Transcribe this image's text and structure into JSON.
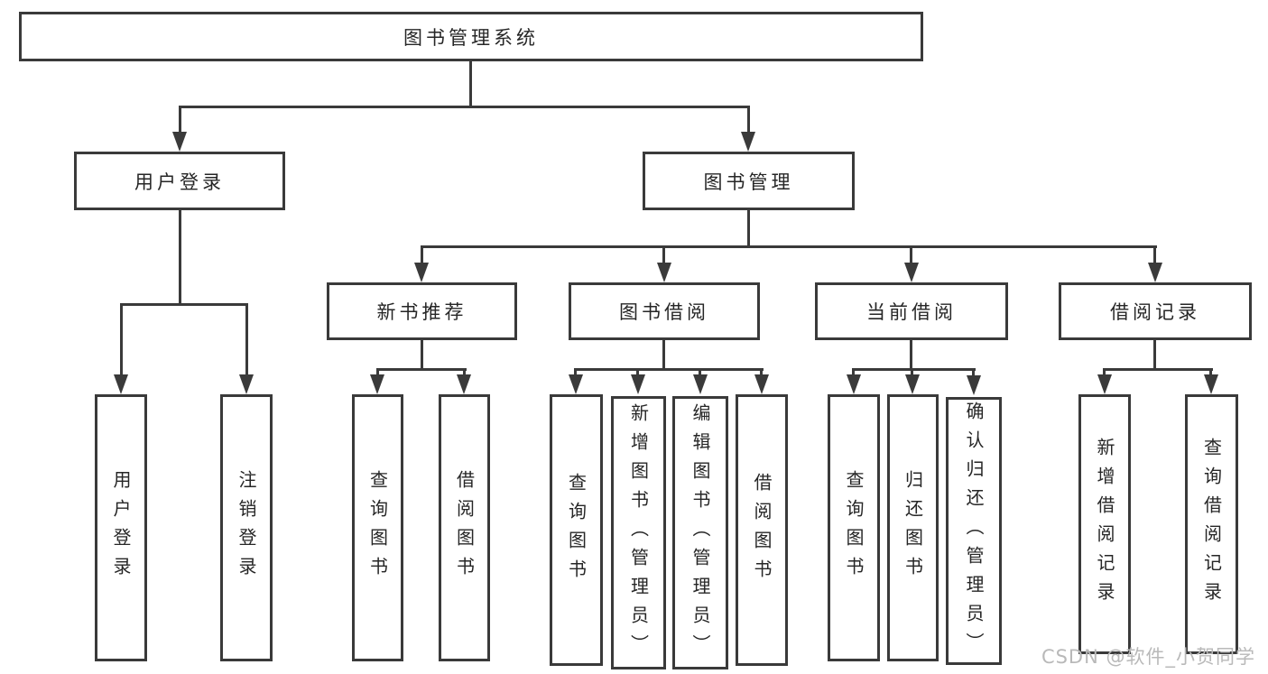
{
  "diagram": {
    "type": "tree",
    "title": "图书管理系统",
    "root": {
      "label": "图书管理系统"
    },
    "level2": [
      {
        "label": "用户登录",
        "parent": "图书管理系统"
      },
      {
        "label": "图书管理",
        "parent": "图书管理系统"
      }
    ],
    "level3": [
      {
        "label": "新书推荐",
        "parent": "图书管理"
      },
      {
        "label": "图书借阅",
        "parent": "图书管理"
      },
      {
        "label": "当前借阅",
        "parent": "图书管理"
      },
      {
        "label": "借阅记录",
        "parent": "图书管理"
      }
    ],
    "leaves": [
      {
        "label": "用户登录",
        "parent": "用户登录"
      },
      {
        "label": "注销登录",
        "parent": "用户登录"
      },
      {
        "label": "查询图书",
        "parent": "新书推荐"
      },
      {
        "label": "借阅图书",
        "parent": "新书推荐"
      },
      {
        "label": "查询图书",
        "parent": "图书借阅"
      },
      {
        "label": "新增图书（管理员）",
        "parent": "图书借阅"
      },
      {
        "label": "编辑图书（管理员）",
        "parent": "图书借阅"
      },
      {
        "label": "借阅图书",
        "parent": "图书借阅"
      },
      {
        "label": "查询图书",
        "parent": "当前借阅"
      },
      {
        "label": "归还图书",
        "parent": "当前借阅"
      },
      {
        "label": "确认归还（管理员）",
        "parent": "当前借阅"
      },
      {
        "label": "新增借阅记录",
        "parent": "借阅记录"
      },
      {
        "label": "查询借阅记录",
        "parent": "借阅记录"
      }
    ]
  },
  "watermark": {
    "text": "CSDN @软件_小贺同学"
  },
  "colors": {
    "line": "#3a3a3a",
    "border": "#3a3a3a",
    "text": "#262626",
    "background": "#ffffff",
    "watermark": "#b9b9b9"
  }
}
